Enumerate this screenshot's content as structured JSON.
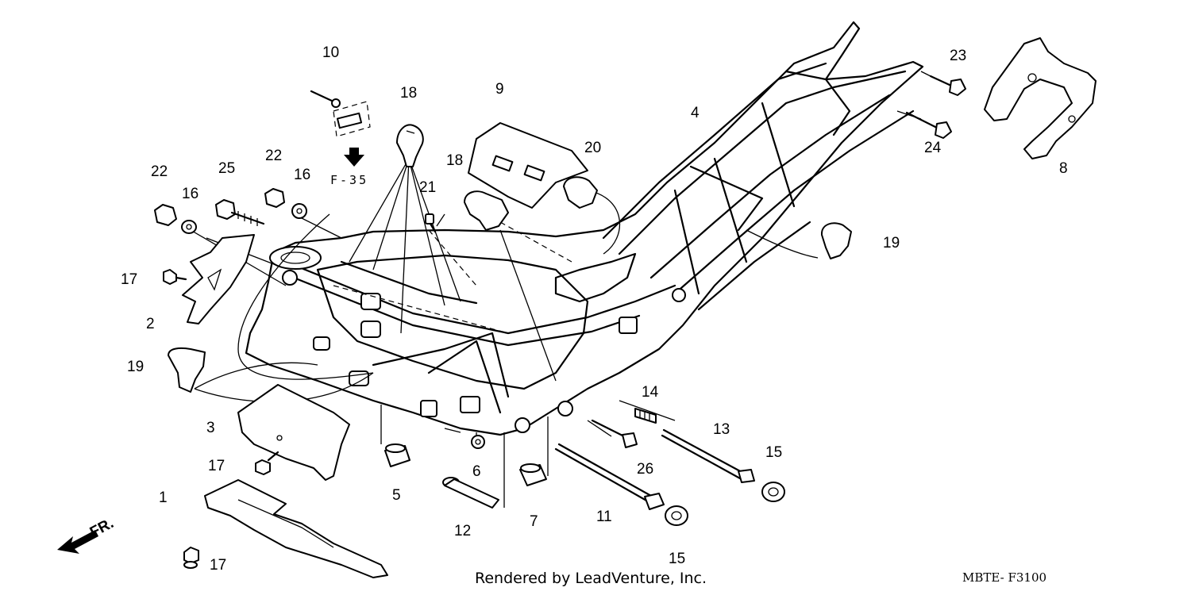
{
  "callouts": [
    {
      "id": "c10",
      "text": "10"
    },
    {
      "id": "c18a",
      "text": "18"
    },
    {
      "id": "c9",
      "text": "9"
    },
    {
      "id": "c18b",
      "text": "18"
    },
    {
      "id": "c20",
      "text": "20"
    },
    {
      "id": "c4",
      "text": "4"
    },
    {
      "id": "c23",
      "text": "23"
    },
    {
      "id": "c8",
      "text": "8"
    },
    {
      "id": "c24",
      "text": "24"
    },
    {
      "id": "c22a",
      "text": "22"
    },
    {
      "id": "c16a",
      "text": "16"
    },
    {
      "id": "c25",
      "text": "25"
    },
    {
      "id": "c22b",
      "text": "22"
    },
    {
      "id": "c16b",
      "text": "16"
    },
    {
      "id": "c21",
      "text": "21"
    },
    {
      "id": "c19a",
      "text": "19"
    },
    {
      "id": "c17a",
      "text": "17"
    },
    {
      "id": "c2",
      "text": "2"
    },
    {
      "id": "c19b",
      "text": "19"
    },
    {
      "id": "c3",
      "text": "3"
    },
    {
      "id": "c17b",
      "text": "17"
    },
    {
      "id": "c1",
      "text": "1"
    },
    {
      "id": "c17c",
      "text": "17"
    },
    {
      "id": "c5",
      "text": "5"
    },
    {
      "id": "c6",
      "text": "6"
    },
    {
      "id": "c12",
      "text": "12"
    },
    {
      "id": "c7",
      "text": "7"
    },
    {
      "id": "c11",
      "text": "11"
    },
    {
      "id": "c14",
      "text": "14"
    },
    {
      "id": "c26",
      "text": "26"
    },
    {
      "id": "c13",
      "text": "13"
    },
    {
      "id": "c15a",
      "text": "15"
    },
    {
      "id": "c15b",
      "text": "15"
    }
  ],
  "reference": {
    "text": "F-35"
  },
  "direction_label": "FR.",
  "footer": {
    "credit": "Rendered by LeadVenture, Inc.",
    "diagram_code": "MBTE- F3100"
  }
}
